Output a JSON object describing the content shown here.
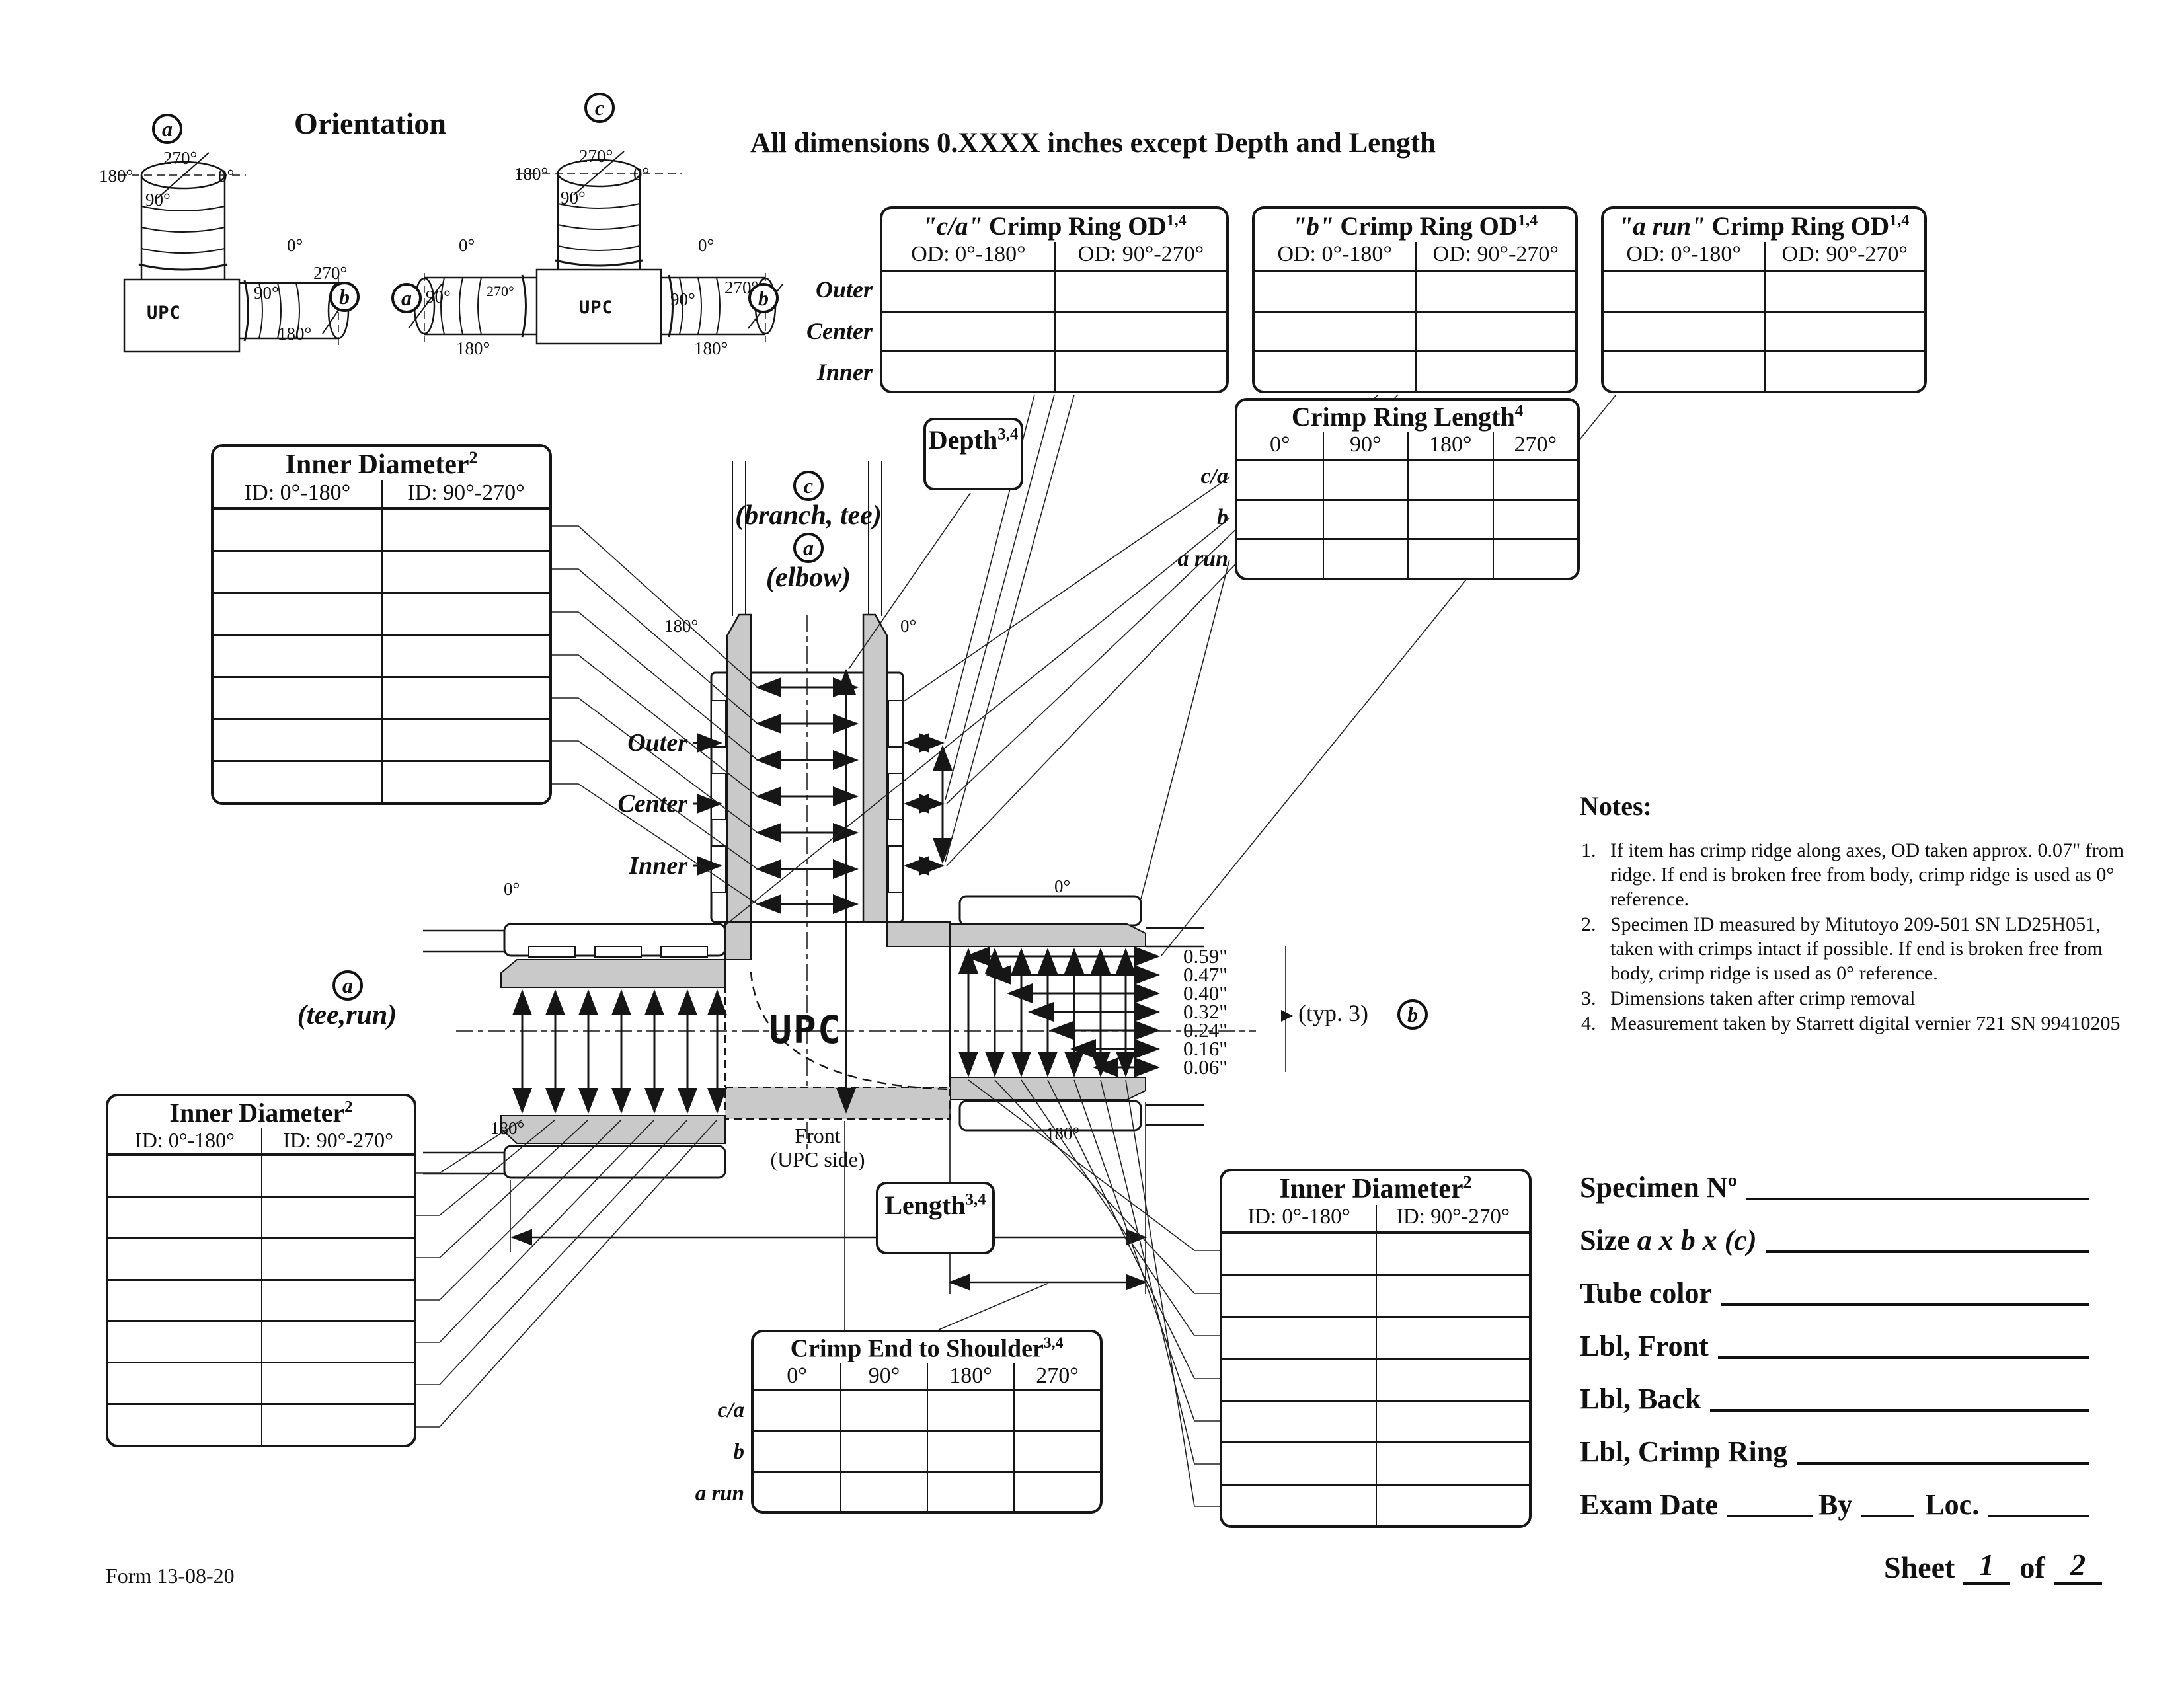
{
  "page": {
    "form_number": "Form 13-08-20",
    "sheet_label": "Sheet",
    "sheet_no": "1",
    "of_label": "of",
    "sheet_total": "2"
  },
  "heading": "All dimensions 0.XXXX inches except Depth and Length",
  "orientation": {
    "title": "Orientation",
    "upc": "UPC",
    "elbow": {
      "marker_top": "a",
      "marker_side": "b",
      "angles_top": [
        "270°",
        "180°",
        "0°",
        "90°"
      ],
      "angles_side": [
        "0°",
        "270°",
        "90°",
        "180°"
      ]
    },
    "tee": {
      "marker_top": "c",
      "marker_left": "a",
      "marker_right": "b",
      "angles_top": [
        "270°",
        "180°",
        "0°",
        "90°"
      ],
      "angles_left": [
        "0°",
        "270°",
        "90°",
        "180°"
      ],
      "angles_right": [
        "0°",
        "270°",
        "90°",
        "180°"
      ]
    }
  },
  "od_tables": [
    {
      "name": "\"c/a\"",
      "title_rest": " Crimp Ring OD",
      "sup": "1,4",
      "col1": "OD: 0°-180°",
      "col2": "OD: 90°-270°"
    },
    {
      "name": "\"b\"",
      "title_rest": " Crimp Ring OD",
      "sup": "1,4",
      "col1": "OD: 0°-180°",
      "col2": "OD: 90°-270°"
    },
    {
      "name": "\"a run\"",
      "title_rest": " Crimp Ring OD",
      "sup": "1,4",
      "col1": "OD: 0°-180°",
      "col2": "OD: 90°-270°"
    }
  ],
  "od_row_labels": [
    "Outer",
    "Center",
    "Inner"
  ],
  "crimp_ring_length": {
    "title": "Crimp Ring Length",
    "sup": "4",
    "cols": [
      "0°",
      "90°",
      "180°",
      "270°"
    ],
    "row_labels": [
      "c/a",
      "b",
      "a run"
    ]
  },
  "crimp_end_shoulder": {
    "title": "Crimp End to Shoulder",
    "sup": "3,4",
    "cols": [
      "0°",
      "90°",
      "180°",
      "270°"
    ],
    "row_labels": [
      "c/a",
      "b",
      "a run"
    ]
  },
  "id_table": {
    "title": "Inner Diameter",
    "sup": "2",
    "col1": "ID: 0°-180°",
    "col2": "ID: 90°-270°"
  },
  "depth": {
    "label": "Depth",
    "sup": "3,4"
  },
  "length": {
    "label": "Length",
    "sup": "3,4"
  },
  "diagram": {
    "branch_marker": "c",
    "branch_caption": "(branch, tee)",
    "elbow_marker": "a",
    "elbow_caption": "(elbow)",
    "run_marker": "a",
    "run_caption": "(tee,run)",
    "b_marker": "b",
    "od_labels": [
      "Outer",
      "Center",
      "Inner"
    ],
    "upc": "UPC",
    "front_line1": "Front",
    "front_line2": "(UPC side)",
    "typ": "(typ. 3)",
    "callouts": [
      "0.59\"",
      "0.47\"",
      "0.40\"",
      "0.32\"",
      "0.24\"",
      "0.16\"",
      "0.06\""
    ],
    "angles": {
      "branch_left": "180°",
      "branch_right": "0°",
      "left_top": "0°",
      "left_bottom": "180°",
      "right_top": "0°",
      "right_bottom": "180°"
    }
  },
  "notes": {
    "title": "Notes:",
    "items": [
      "If item has crimp ridge along axes, OD taken approx. 0.07\" from ridge. If end is broken free from body, crimp ridge is used as 0° reference.",
      "Specimen ID measured by Mitutoyo 209-501 SN LD25H051, taken with crimps intact if possible.  If end is broken free from body, crimp ridge is used as 0° reference.",
      "Dimensions taken after crimp removal",
      "Measurement taken by Starrett digital vernier 721 SN 99410205"
    ]
  },
  "form_fields": {
    "specimen": "Specimen Nº",
    "size_prefix": "Size ",
    "size_italic": "a x b x (c)",
    "tube_color": "Tube color",
    "lbl_front": "Lbl, Front",
    "lbl_back": "Lbl, Back",
    "lbl_crimp": "Lbl, Crimp Ring",
    "exam_date": "Exam Date",
    "by": "By",
    "loc": "Loc."
  }
}
